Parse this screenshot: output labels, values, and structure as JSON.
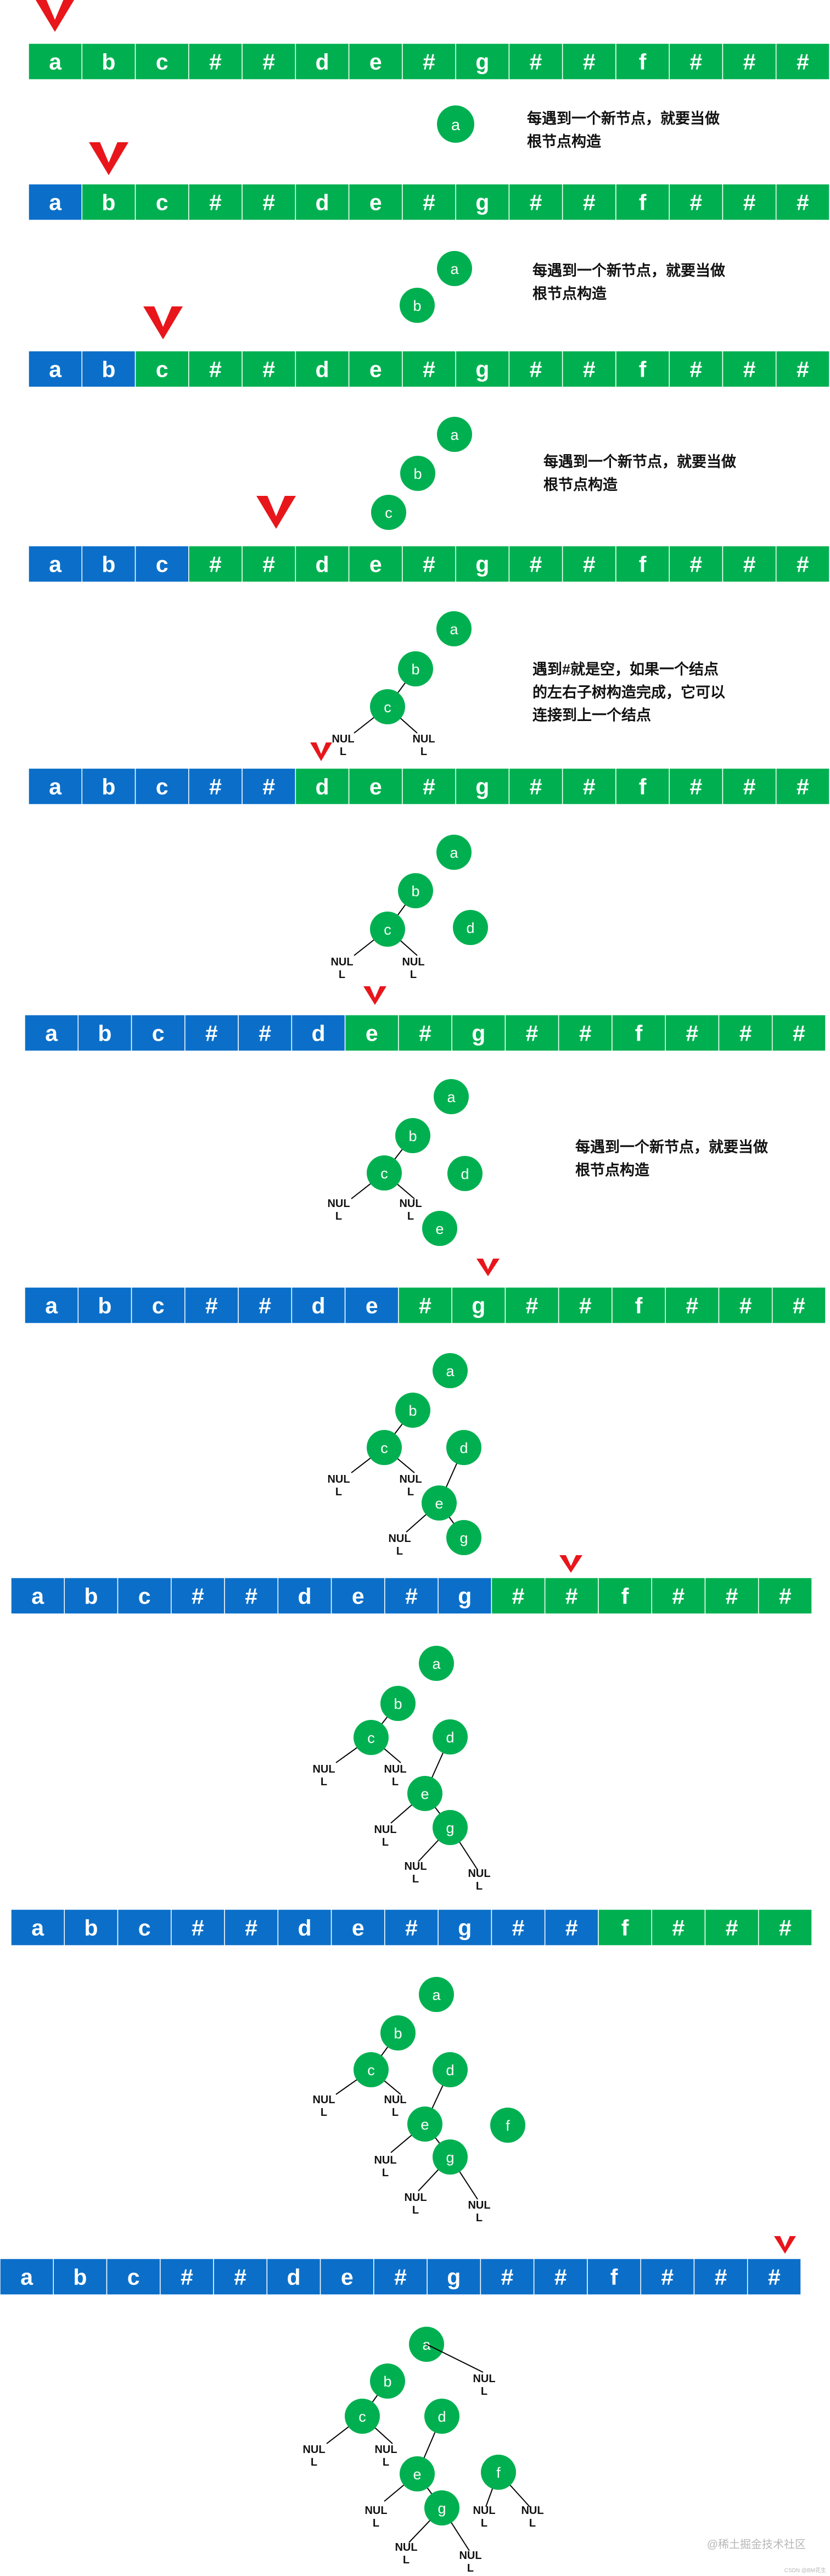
{
  "sequence": [
    "a",
    "b",
    "c",
    "#",
    "#",
    "d",
    "e",
    "#",
    "g",
    "#",
    "#",
    "f",
    "#",
    "#",
    "#"
  ],
  "null_label": [
    "NUL",
    "L"
  ],
  "colors": {
    "processed": "#0B6FC9",
    "pending": "#00B050",
    "node": "#00B050",
    "pointer": "#E8161B",
    "stroke": "#ffffff"
  },
  "notes": {
    "new_node": [
      "每遇到一个新节点，就要当做",
      "根节点构造"
    ],
    "hash_null": [
      "遇到#就是空，如果一个结点",
      "的左右子树构造完成，它可以",
      "连接到上一个结点"
    ]
  },
  "watermark": "@稀土掘金技术社区",
  "watermark_small": "CSDN @BM花生"
}
